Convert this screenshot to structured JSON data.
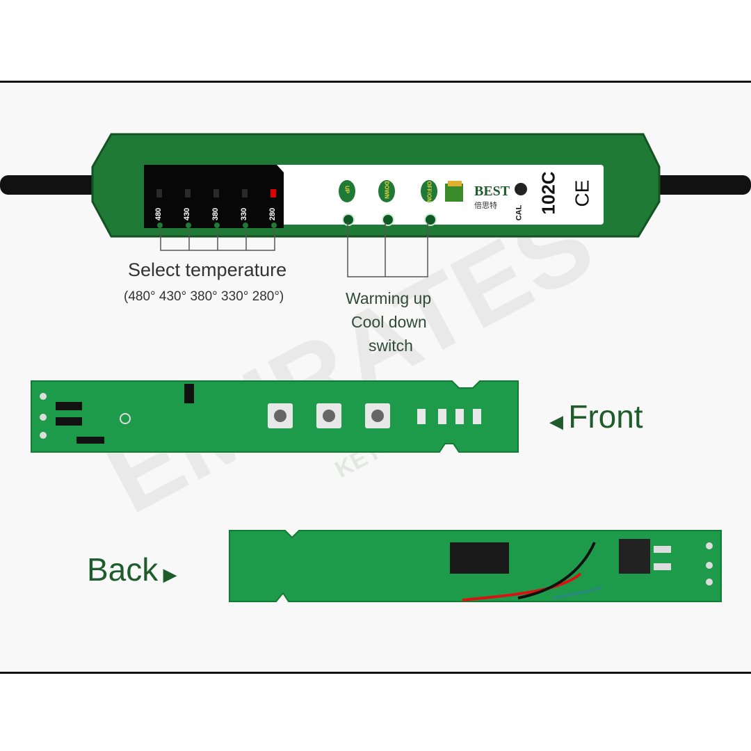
{
  "device": {
    "led_labels": [
      "480",
      "430",
      "380",
      "330",
      "280"
    ],
    "active_led": "280",
    "buttons": [
      "UP",
      "DOWN",
      "OFF/ON"
    ],
    "brand": "BEST",
    "brand_chinese": "倍思特",
    "cal_label": "CAL",
    "model": "102C",
    "certification": "CE"
  },
  "annotations": {
    "select_temperature": "Select temperature",
    "temperature_values": "(480°  430°  380°  330°  280°)",
    "switch_line1": "Warming up",
    "switch_line2": "Cool down",
    "switch_line3": "switch",
    "front": "Front",
    "back": "Back"
  },
  "watermark": {
    "main": "EMIRATES",
    "sub": "KEYS & TOOLS"
  },
  "colors": {
    "handle_green": "#1f7a35",
    "pcb_green": "#1e9b4a",
    "label_green": "#1f5c2c",
    "led_red": "#e00000"
  }
}
